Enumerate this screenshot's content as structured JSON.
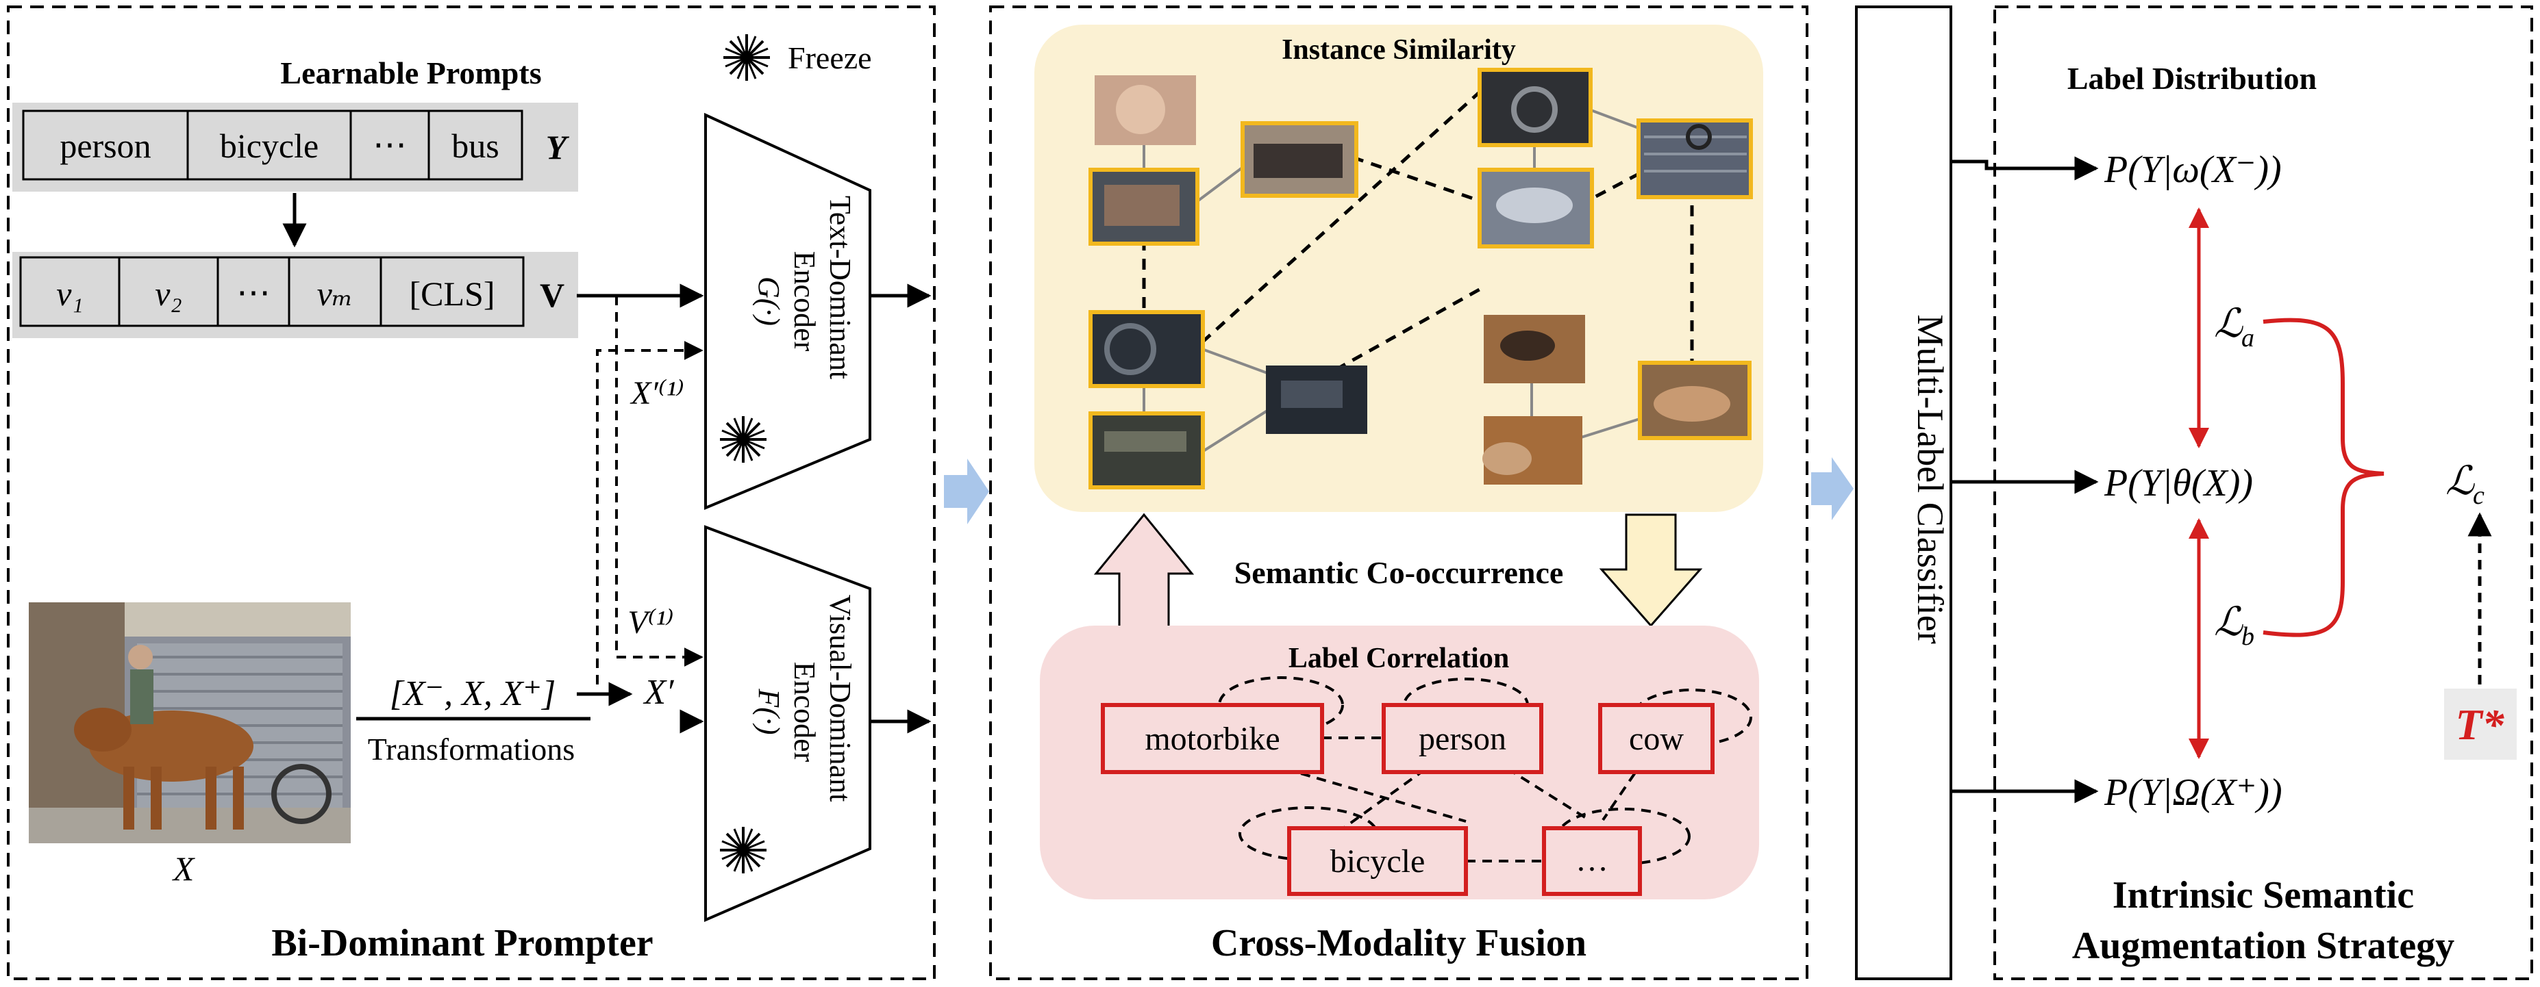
{
  "panels": {
    "prompter": {
      "title": "Bi-Dominant Prompter",
      "freeze_label": "Freeze",
      "learnable_prompts": {
        "title": "Learnable Prompts",
        "tokens": [
          "person",
          "bicycle",
          "⋯",
          "bus"
        ],
        "symbol": "Y"
      },
      "vector_prompts": {
        "tokens": [
          "v₁",
          "v₂",
          "⋯",
          "vₘ",
          "[CLS]"
        ],
        "symbol": "V"
      },
      "text_encoder": {
        "name": "Text-Dominant",
        "name2": "Encoder",
        "fn": "G(·)"
      },
      "visual_encoder": {
        "name": "Visual-Dominant",
        "name2": "Encoder",
        "fn": "F(·)"
      },
      "image_label": "X",
      "set_label": "[X⁻, X, X⁺]",
      "transform_label": "Transformations",
      "x_prime_label": "X′",
      "x_prime1_label": "X′⁽¹⁾",
      "v1_label": "V⁽¹⁾"
    },
    "fusion": {
      "title": "Cross-Modality Fusion",
      "instance_title": "Instance Similarity",
      "semantic_label": "Semantic Co-occurrence",
      "label_corr_title": "Label Correlation",
      "nodes": [
        "motorbike",
        "person",
        "cow",
        "bicycle",
        "…"
      ]
    },
    "classifier": {
      "label": "Multi-Label Classifier"
    },
    "strategy": {
      "title_line1": "Intrinsic Semantic",
      "title_line2": "Augmentation Strategy",
      "dist_title": "Label Distribution",
      "p_minus": "P(Y|ω(X⁻))",
      "p_mid": "P(Y|θ(X))",
      "p_plus": "P(Y|Ω(X⁺))",
      "loss_a": "ℒ",
      "loss_a_sub": "a",
      "loss_b": "ℒ",
      "loss_b_sub": "b",
      "loss_c": "ℒ",
      "loss_c_sub": "c",
      "t_star": "T*"
    }
  },
  "colors": {
    "instance_bg": "#fbf1d3",
    "label_bg": "#f7dcdc",
    "node_border": "#d31f1f",
    "highlight": "#f2b81e",
    "arrow_blue": "#a9c6ea",
    "loss_red": "#d41f1f",
    "prompt_bg": "#d9d9d9"
  }
}
